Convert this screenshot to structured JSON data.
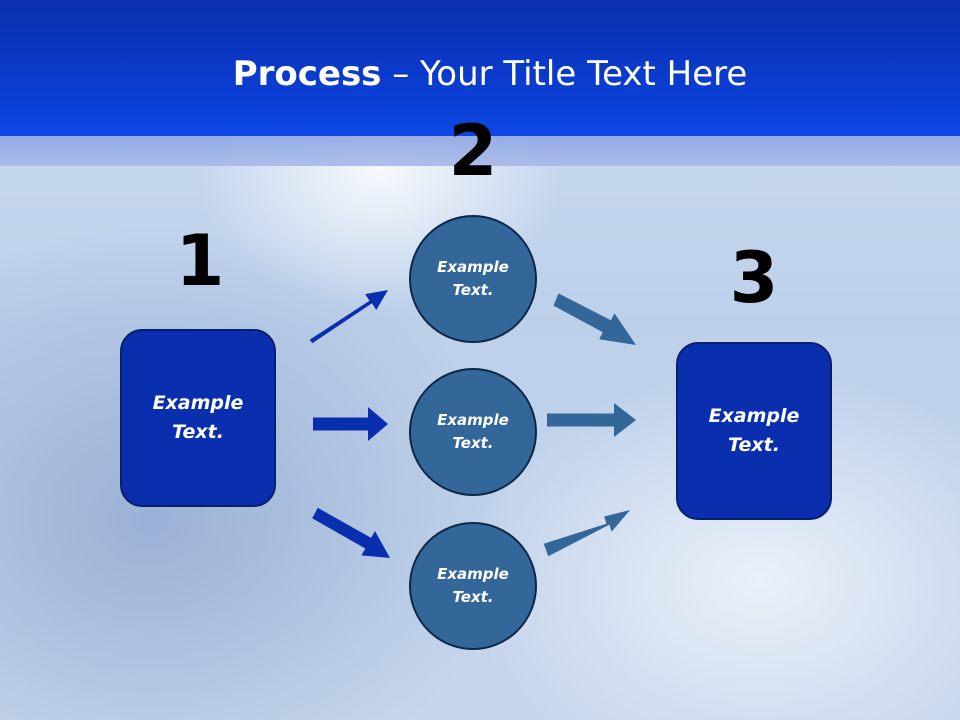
{
  "slide": {
    "title_bold": "Process",
    "title_rest": " – Your Title Text Here"
  },
  "steps": {
    "step1_number": "1",
    "step2_number": "2",
    "step3_number": "3"
  },
  "nodes": {
    "left_box": "Example\nText.",
    "right_box": "Example\nText.",
    "circle_top": "Example\nText.",
    "circle_middle": "Example\nText.",
    "circle_bottom": "Example\nText."
  },
  "colors": {
    "header": "#0b3fd6",
    "box_fill": "#0a2fae",
    "circle_fill": "#336699",
    "arrow_left": "#0a2fae",
    "arrow_right": "#336699"
  }
}
